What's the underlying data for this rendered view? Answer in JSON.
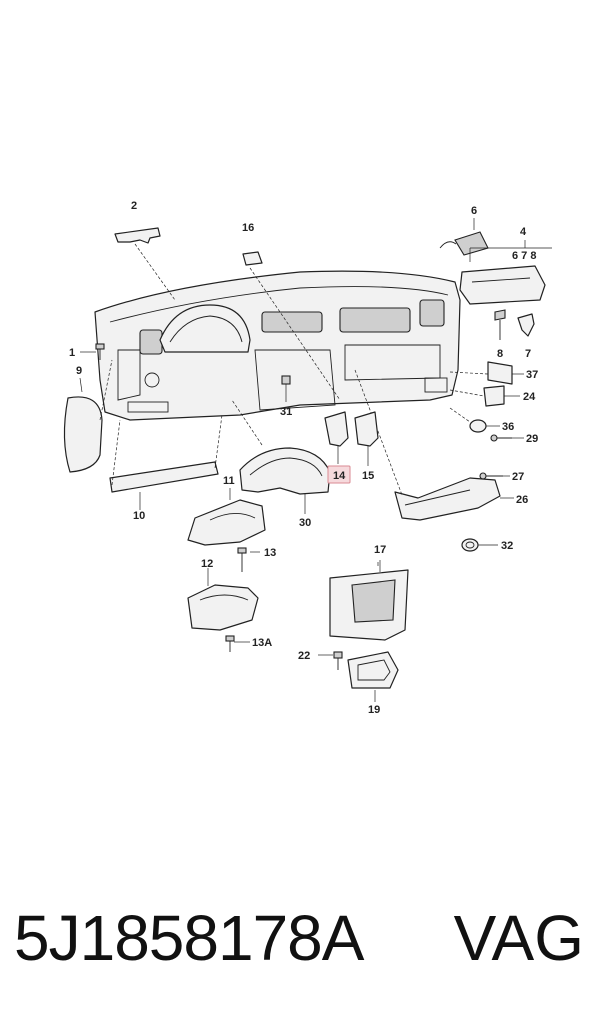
{
  "diagram": {
    "highlighted_callout": "14",
    "callouts": [
      "1",
      "2",
      "4",
      "6",
      "7",
      "8",
      "6 7 8",
      "7",
      "8",
      "9",
      "10",
      "11",
      "12",
      "13",
      "13A",
      "14",
      "15",
      "16",
      "17",
      "19",
      "22",
      "24",
      "26",
      "27",
      "29",
      "30",
      "31",
      "32",
      "36",
      "37"
    ]
  },
  "labels": {
    "l1": "1",
    "l2": "2",
    "l4": "4",
    "l6": "6",
    "l678": "6 7 8",
    "l7": "7",
    "l8": "8",
    "l9": "9",
    "l10": "10",
    "l11": "11",
    "l12": "12",
    "l13": "13",
    "l13a": "13A",
    "l14": "14",
    "l15": "15",
    "l16": "16",
    "l17": "17",
    "l19": "19",
    "l22": "22",
    "l24": "24",
    "l26": "26",
    "l27": "27",
    "l29": "29",
    "l30": "30",
    "l31": "31",
    "l32": "32",
    "l36": "36",
    "l37": "37"
  },
  "footer": {
    "part_number": "5J1858178A",
    "brand": "VAG"
  }
}
